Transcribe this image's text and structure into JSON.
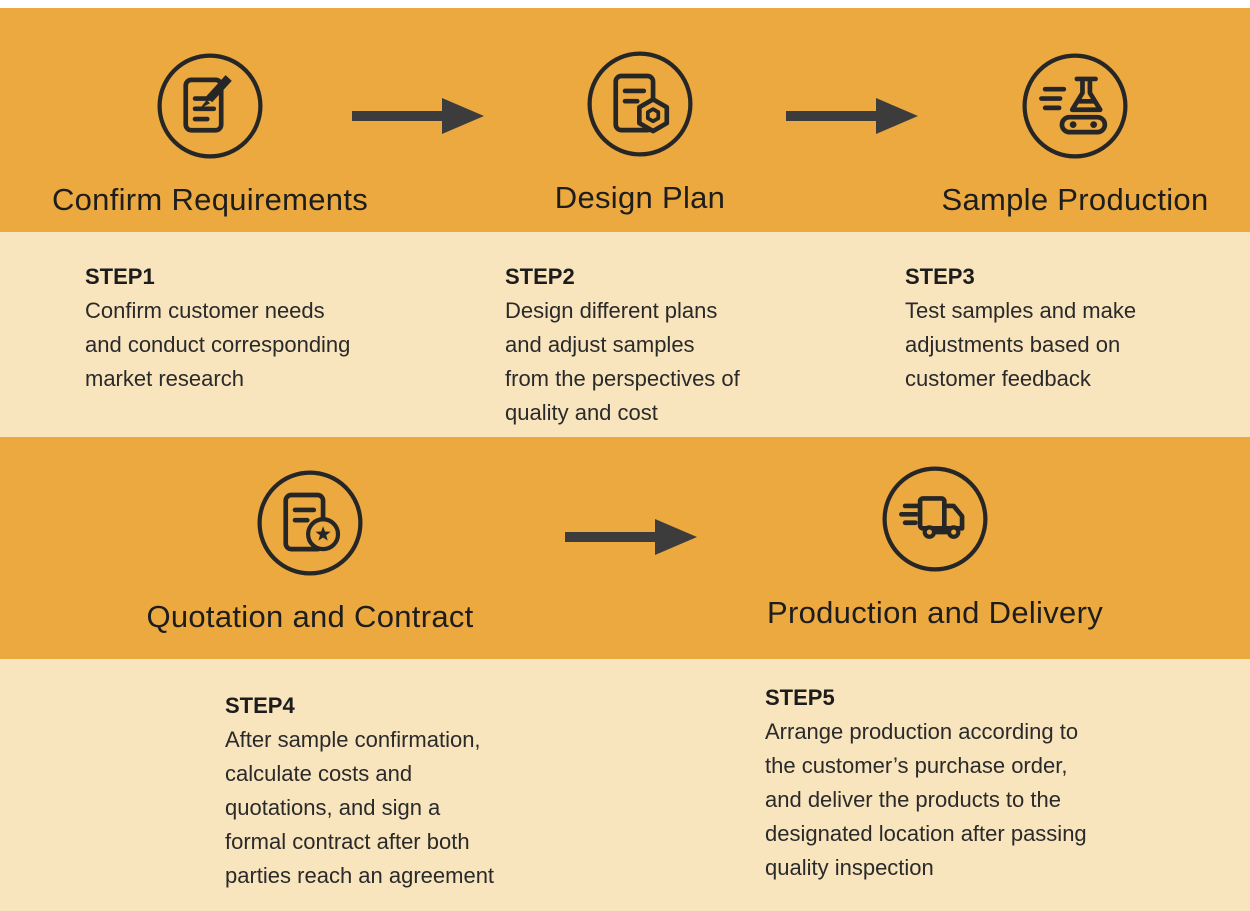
{
  "colors": {
    "band": "#EBA93F",
    "panel": "#F8E4BD",
    "ink": "#232323",
    "arrow": "#3C3C3C",
    "icon": "#262626"
  },
  "stages": [
    {
      "label": "Confirm Requirements",
      "icon": "edit-document-icon",
      "step": "STEP1",
      "desc": "Confirm customer needs\nand conduct corresponding\nmarket research"
    },
    {
      "label": "Design Plan",
      "icon": "design-plan-icon",
      "step": "STEP2",
      "desc": "Design different plans\nand adjust samples\nfrom the perspectives of\nquality and cost"
    },
    {
      "label": "Sample Production",
      "icon": "sample-production-icon",
      "step": "STEP3",
      "desc": "Test samples and make\nadjustments based on\ncustomer feedback"
    },
    {
      "label": "Quotation and Contract",
      "icon": "contract-star-icon",
      "step": "STEP4",
      "desc": "After sample confirmation,\ncalculate costs and\nquotations, and sign a\nformal contract after both\nparties reach an agreement"
    },
    {
      "label": "Production and Delivery",
      "icon": "delivery-truck-icon",
      "step": "STEP5",
      "desc": "Arrange production according to\nthe customer’s purchase order,\nand deliver the products to the\ndesignated location after passing\nquality inspection"
    }
  ]
}
